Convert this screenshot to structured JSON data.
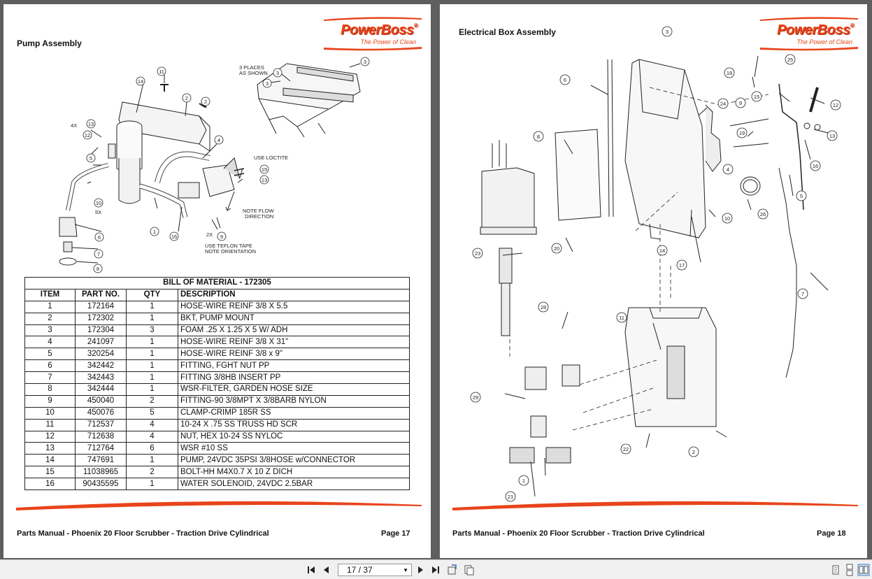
{
  "left_page": {
    "title": "Pump Assembly",
    "logo": {
      "brand": "PowerBoss",
      "reg": "®",
      "tagline": "The Power of Clean"
    },
    "notes": {
      "places_1": "3 PLACES",
      "places_2": "AS SHOWN",
      "loctite": "USE LOCTITE",
      "flow_1": "NOTE FLOW",
      "flow_2": "DIRECTION",
      "teflon_1": "USE TEFLON TAPE",
      "teflon_2": "NOTE ORIENTATION",
      "qty_4x": "4X",
      "qty_5x": "5X",
      "qty_2x": "2X"
    },
    "callouts": {
      "c1": "1",
      "c2": "2",
      "c3": "3",
      "c4": "4",
      "c5": "5",
      "c6": "6",
      "c7": "7",
      "c8": "8",
      "c9": "9",
      "c10": "10",
      "c11": "11",
      "c12": "12",
      "c13": "13",
      "c14": "14",
      "c15": "15",
      "c16": "16"
    },
    "bom": {
      "title": "BILL OF MATERIAL - 172305",
      "headers": [
        "ITEM",
        "PART NO.",
        "QTY",
        "DESCRIPTION"
      ],
      "rows": [
        [
          "1",
          "172164",
          "1",
          "HOSE-WIRE REINF 3/8 X 5.5"
        ],
        [
          "2",
          "172302",
          "1",
          "BKT, PUMP MOUNT"
        ],
        [
          "3",
          "172304",
          "3",
          "FOAM .25 X 1.25 X 5 W/ ADH"
        ],
        [
          "4",
          "241097",
          "1",
          "HOSE-WIRE REINF 3/8 X 31\""
        ],
        [
          "5",
          "320254",
          "1",
          "HOSE-WIRE REINF 3/8 x 9\""
        ],
        [
          "6",
          "342442",
          "1",
          "FITTING, FGHT NUT PP"
        ],
        [
          "7",
          "342443",
          "1",
          "FITTING 3/8HB INSERT PP"
        ],
        [
          "8",
          "342444",
          "1",
          "WSR-FILTER, GARDEN HOSE SIZE"
        ],
        [
          "9",
          "450040",
          "2",
          "FITTING-90 3/8MPT X 3/8BARB NYLON"
        ],
        [
          "10",
          "450076",
          "5",
          "CLAMP-CRIMP 185R SS"
        ],
        [
          "11",
          "712537",
          "4",
          "10-24 X .75 SS TRUSS HD SCR"
        ],
        [
          "12",
          "712638",
          "4",
          "NUT, HEX 10-24 SS NYLOC"
        ],
        [
          "13",
          "712764",
          "6",
          "WSR #10 SS"
        ],
        [
          "14",
          "747691",
          "1",
          "PUMP, 24VDC 35PSI 3/8HOSE w/CONNECTOR"
        ],
        [
          "15",
          "11038965",
          "2",
          "BOLT-HH M4X0.7 X 10 Z DICH"
        ],
        [
          "16",
          "90435595",
          "1",
          "WATER SOLENOID, 24VDC 2.5BAR"
        ]
      ]
    },
    "footer": {
      "manual": "Parts Manual - Phoenix 20 Floor Scrubber - Traction Drive Cylindrical",
      "page": "Page 17"
    }
  },
  "right_page": {
    "title": "Electrical Box Assembly",
    "logo": {
      "brand": "PowerBoss",
      "reg": "®",
      "tagline": "The Power of Clean"
    },
    "callouts": {
      "c1": "1",
      "c2": "2",
      "c3": "3",
      "c4": "4",
      "c5": "5",
      "c6": "6",
      "c7": "7",
      "c8": "8",
      "c9": "9",
      "c10": "10",
      "c11": "11",
      "c12": "12",
      "c13": "13",
      "c14": "14",
      "c15": "15",
      "c16": "16",
      "c17": "17",
      "c18": "18",
      "c19": "19",
      "c20": "20",
      "c21": "21",
      "c22": "22",
      "c23": "23",
      "c24": "24",
      "c25": "25",
      "c26": "26",
      "c28": "28",
      "c29": "29"
    },
    "footer": {
      "manual": "Parts Manual - Phoenix 20 Floor Scrubber - Traction Drive Cylindrical",
      "page": "Page 18"
    }
  },
  "toolbar": {
    "page_indicator": "17 / 37",
    "icons": [
      "first-page-icon",
      "prev-page-icon",
      "next-page-icon",
      "last-page-icon",
      "rotate-icon",
      "pages-icon",
      "single-page-view-icon",
      "continuous-view-icon",
      "two-page-view-icon"
    ]
  },
  "colors": {
    "brand": "#e8441a",
    "viewer_bg": "#5f5f5f",
    "toolbar_bg": "#f0f0f0"
  }
}
